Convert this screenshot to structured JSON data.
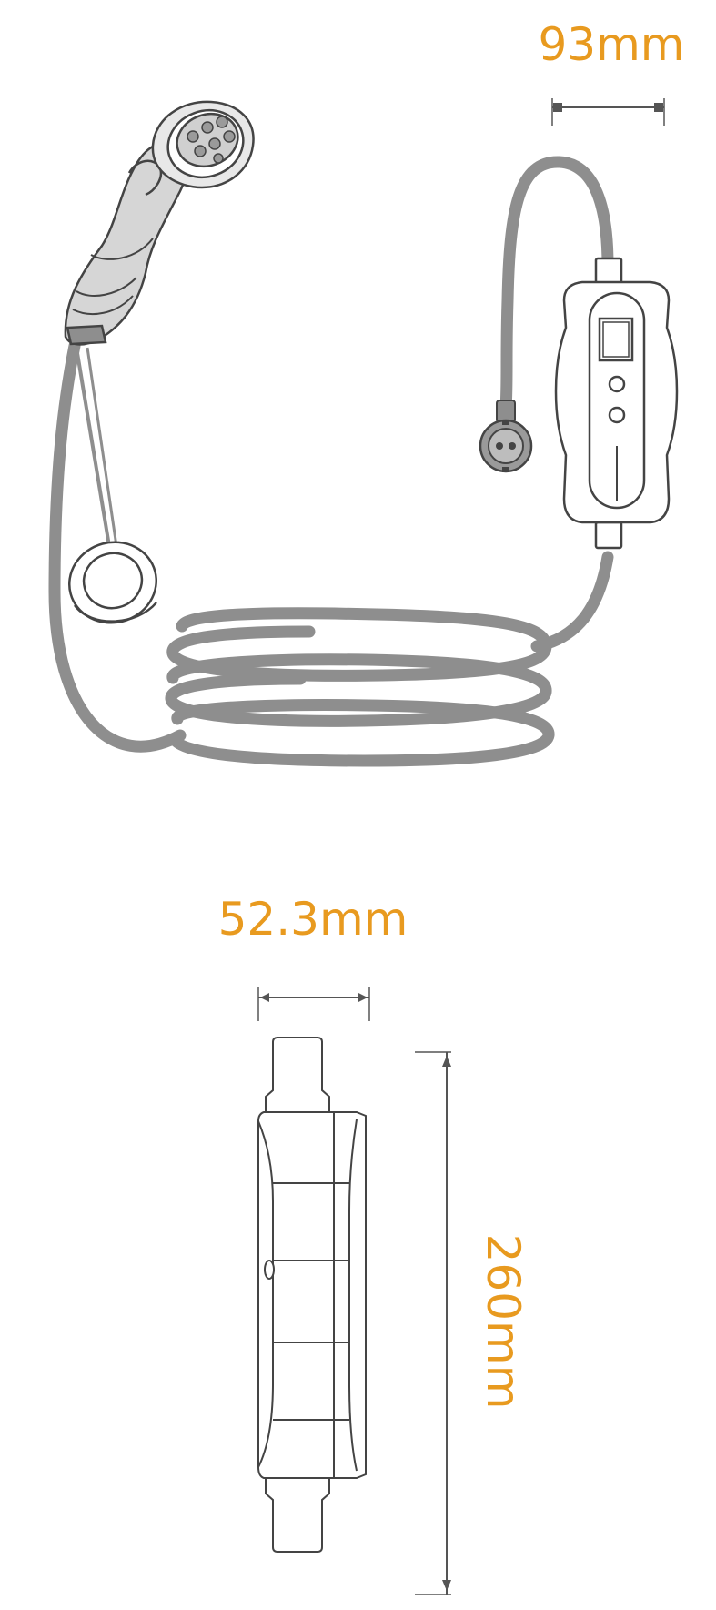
{
  "dimensions": {
    "width_label": "93mm",
    "depth_label": "52.3mm",
    "height_label": "260mm"
  },
  "colors": {
    "accent": "#e89a1f",
    "cable": "#8e8e8e",
    "outline": "#444444",
    "dim_line": "#555555"
  }
}
